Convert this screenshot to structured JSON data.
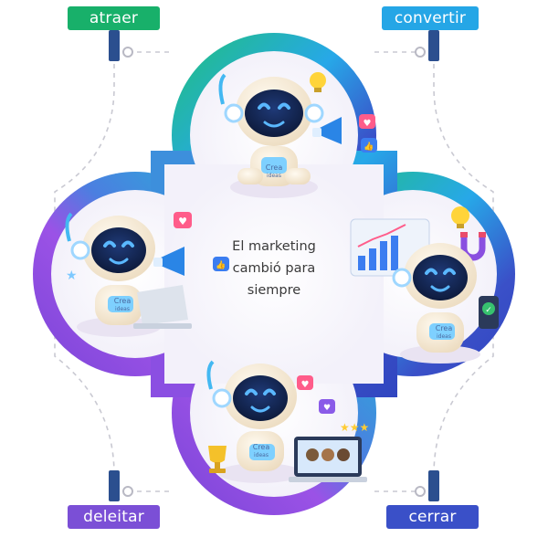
{
  "labels": {
    "top_left": "atraer",
    "top_right": "convertir",
    "bottom_left": "deleitar",
    "bottom_right": "cerrar"
  },
  "center": {
    "line1": "El marketing",
    "line2": "cambió para",
    "line3": "siempre"
  },
  "badge_text": {
    "line1": "Crea",
    "line2": "ideas"
  },
  "colors": {
    "green": "#22c178",
    "blue": "#27a8e8",
    "indigo": "#3a50c8",
    "purple": "#8a4fe0",
    "robot_body": "#f6ecd9",
    "visor": "#0d1b3e",
    "eyes": "#3fa8ff"
  },
  "icons": [
    "lightbulb-icon",
    "megaphone-icon",
    "heart-icon",
    "like-icon",
    "star-icon",
    "magnet-icon",
    "trophy-icon",
    "laptop-icon",
    "phone-icon",
    "chart-icon"
  ]
}
